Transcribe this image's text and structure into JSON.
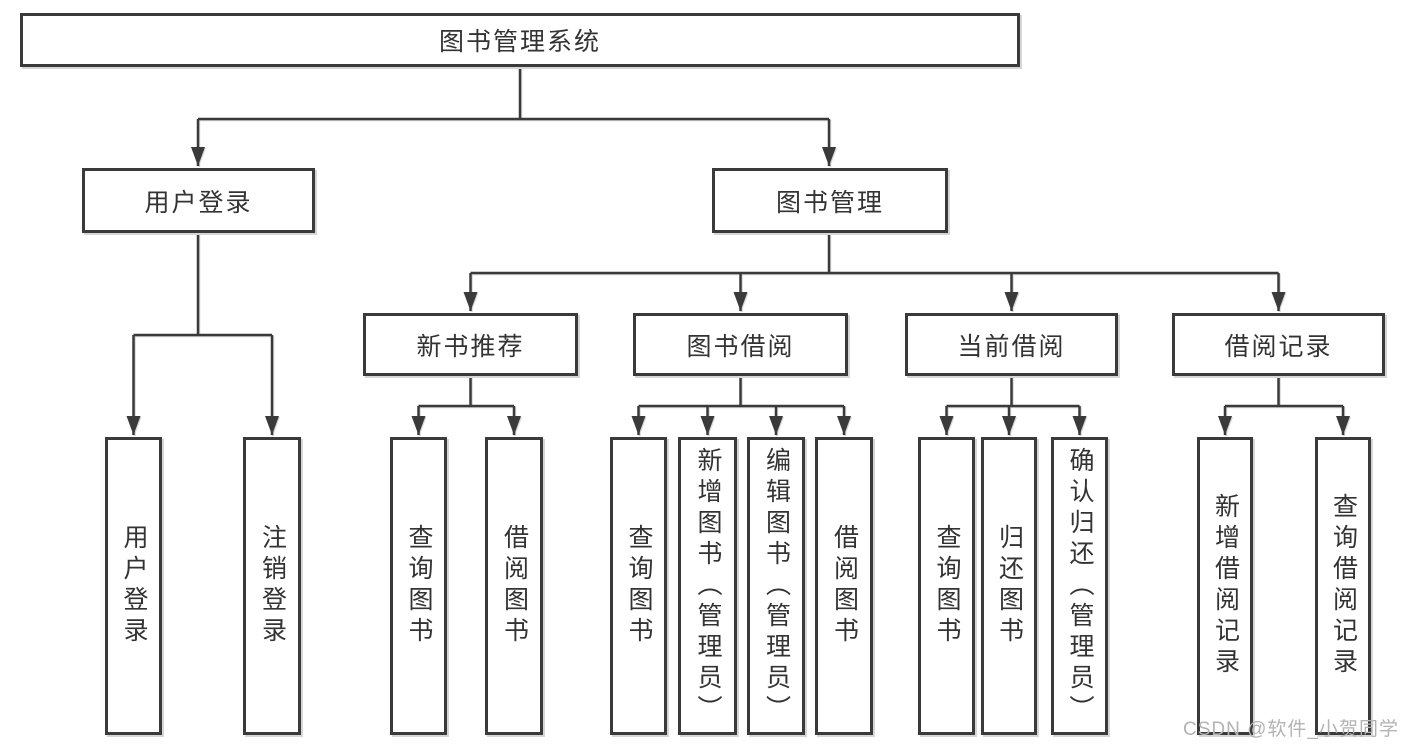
{
  "diagram": {
    "tree": {
      "root": {
        "label": "图书管理系统"
      },
      "children": [
        {
          "label": "用户登录",
          "children": [
            {
              "label": "用户登录"
            },
            {
              "label": "注销登录"
            }
          ]
        },
        {
          "label": "图书管理",
          "children": [
            {
              "label": "新书推荐",
              "children": [
                {
                  "label": "查询图书"
                },
                {
                  "label": "借阅图书"
                }
              ]
            },
            {
              "label": "图书借阅",
              "children": [
                {
                  "label": "查询图书"
                },
                {
                  "label": "新增图书（管理员）"
                },
                {
                  "label": "编辑图书（管理员）"
                },
                {
                  "label": "借阅图书"
                }
              ]
            },
            {
              "label": "当前借阅",
              "children": [
                {
                  "label": "查询图书"
                },
                {
                  "label": "归还图书"
                },
                {
                  "label": "确认归还（管理员）"
                }
              ]
            },
            {
              "label": "借阅记录",
              "children": [
                {
                  "label": "新增借阅记录"
                },
                {
                  "label": "查询借阅记录"
                }
              ]
            }
          ]
        }
      ]
    },
    "colors": {
      "line": "#3a3a3a",
      "text": "#333333",
      "background": "#ffffff",
      "watermark": "#b3b3b3"
    }
  },
  "watermark": {
    "text": "CSDN @软件_小贺同学"
  }
}
